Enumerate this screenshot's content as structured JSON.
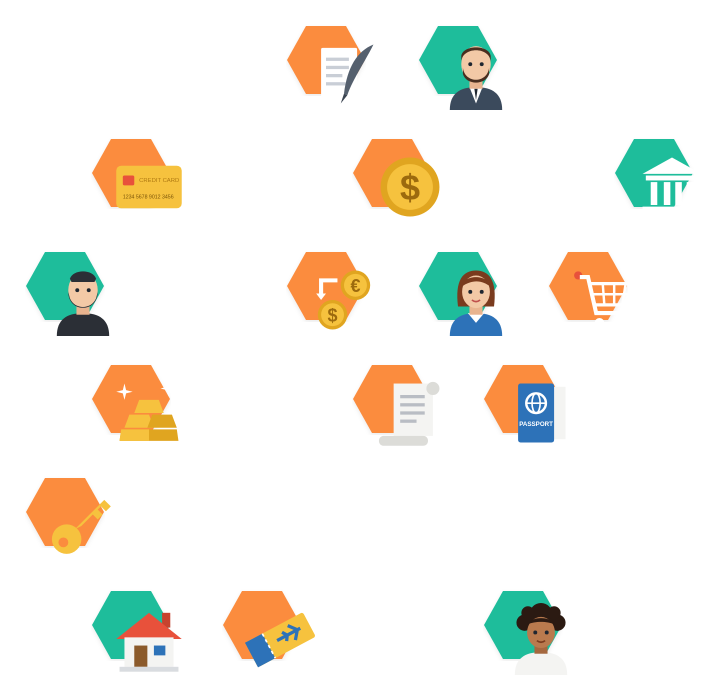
{
  "colors": {
    "orange": "#FB8C3E",
    "teal": "#1EBD9B",
    "white": "#FFFFFF",
    "gold": "#F6C23E",
    "gold_dark": "#E0A520",
    "blue_doc": "#2D72B8",
    "skin": "#F3C9A6",
    "hair_dark": "#4A2E1F",
    "suit": "#3B4A5C",
    "red": "#E8513B"
  },
  "tiles": [
    {
      "icon": "document-quill-icon",
      "color": "orange"
    },
    {
      "icon": "businessman-icon",
      "color": "teal"
    },
    {
      "icon": "credit-card-icon",
      "color": "orange",
      "label": "CREDIT CARD",
      "number": "1234 5678 9012 3456"
    },
    {
      "icon": "dollar-coin-icon",
      "color": "orange"
    },
    {
      "icon": "bank-icon",
      "color": "teal"
    },
    {
      "icon": "bearded-man-icon",
      "color": "teal"
    },
    {
      "icon": "currency-exchange-icon",
      "color": "orange"
    },
    {
      "icon": "woman-avatar-icon",
      "color": "teal"
    },
    {
      "icon": "shopping-cart-icon",
      "color": "orange"
    },
    {
      "icon": "gold-bars-icon",
      "color": "orange"
    },
    {
      "icon": "paper-scroll-icon",
      "color": "orange"
    },
    {
      "icon": "passport-icon",
      "color": "orange",
      "label": "PASSPORT"
    },
    {
      "icon": "key-icon",
      "color": "orange"
    },
    {
      "icon": "house-icon",
      "color": "teal"
    },
    {
      "icon": "plane-ticket-icon",
      "color": "orange"
    },
    {
      "icon": "curly-hair-woman-icon",
      "color": "teal"
    }
  ]
}
